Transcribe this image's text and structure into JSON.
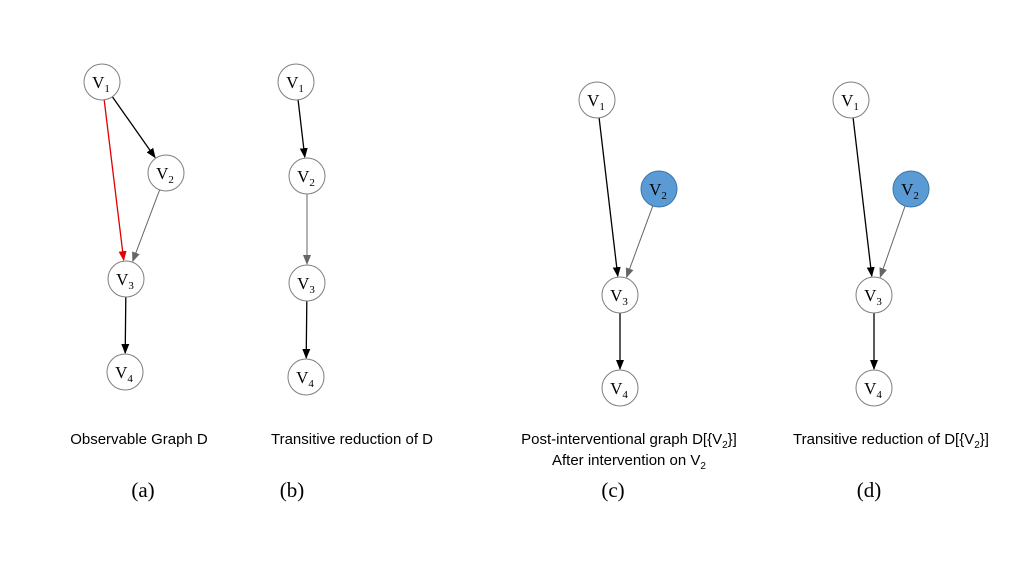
{
  "colors": {
    "node_fill": "#ffffff",
    "node_stroke": "#7f7f7f",
    "intervened_fill": "#5b9bd5",
    "intervened_stroke": "#3d74a8",
    "edge_black": "#000000",
    "edge_gray": "#666666",
    "edge_red": "#e00000"
  },
  "node_labels": {
    "v1": {
      "main": "V",
      "sub": "1"
    },
    "v2": {
      "main": "V",
      "sub": "2"
    },
    "v3": {
      "main": "V",
      "sub": "3"
    },
    "v4": {
      "main": "V",
      "sub": "4"
    }
  },
  "panels": [
    {
      "id": "a",
      "caption_lines": [
        [
          "Observable Graph D",
          "",
          ""
        ]
      ],
      "letter": "(a)",
      "intervened": [],
      "edges": [
        {
          "from": "v1",
          "to": "v2",
          "color": "edge_black"
        },
        {
          "from": "v1",
          "to": "v3",
          "color": "edge_red"
        },
        {
          "from": "v2",
          "to": "v3",
          "color": "edge_gray"
        },
        {
          "from": "v3",
          "to": "v4",
          "color": "edge_black"
        }
      ]
    },
    {
      "id": "b",
      "caption_lines": [
        [
          "Transitive reduction of D",
          "",
          ""
        ]
      ],
      "letter": "(b)",
      "intervened": [],
      "edges": [
        {
          "from": "v1",
          "to": "v2",
          "color": "edge_black"
        },
        {
          "from": "v2",
          "to": "v3",
          "color": "edge_gray"
        },
        {
          "from": "v3",
          "to": "v4",
          "color": "edge_black"
        }
      ]
    },
    {
      "id": "c",
      "caption_lines": [
        [
          "Post-interventional graph D[{V",
          "2",
          "}]"
        ],
        [
          "After intervention on V",
          "2",
          ""
        ]
      ],
      "letter": "(c)",
      "intervened": [
        "v2"
      ],
      "edges": [
        {
          "from": "v1",
          "to": "v3",
          "color": "edge_black"
        },
        {
          "from": "v2",
          "to": "v3",
          "color": "edge_gray"
        },
        {
          "from": "v3",
          "to": "v4",
          "color": "edge_black"
        }
      ]
    },
    {
      "id": "d",
      "caption_lines": [
        [
          "Transitive reduction of D[{V",
          "2",
          "}]"
        ]
      ],
      "letter": "(d)",
      "intervened": [
        "v2"
      ],
      "edges": [
        {
          "from": "v1",
          "to": "v3",
          "color": "edge_black"
        },
        {
          "from": "v2",
          "to": "v3",
          "color": "edge_gray"
        },
        {
          "from": "v3",
          "to": "v4",
          "color": "edge_black"
        }
      ]
    }
  ]
}
